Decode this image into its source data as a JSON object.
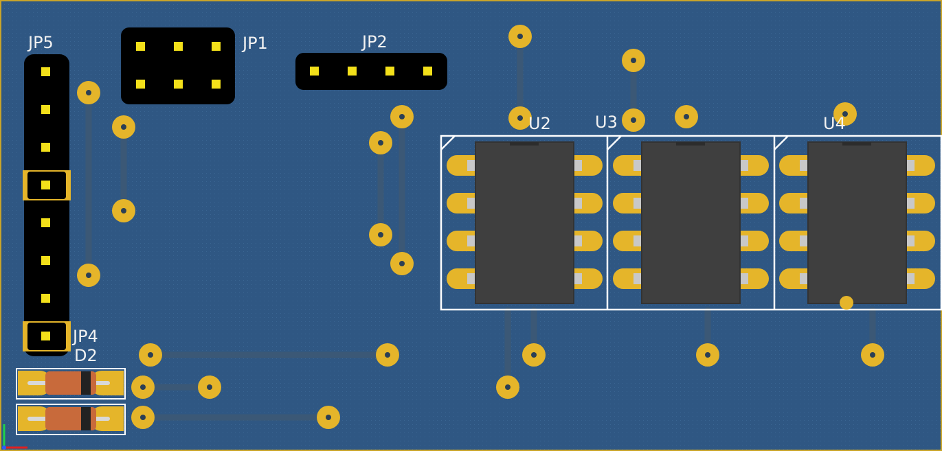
{
  "labels": {
    "jp5": "JP5",
    "jp1": "JP1",
    "jp2": "JP2",
    "jp4": "JP4",
    "d2": "D2",
    "u2": "U2",
    "u3": "U3",
    "u4": "U4"
  },
  "colors": {
    "board": "#2f5783",
    "trace": "#3b5876",
    "pad": "#e5b52a",
    "header_body": "#000000",
    "header_pin": "#f3e01a",
    "ic_body": "#3f3f3f",
    "silkscreen": "#ffffff",
    "diode_body": "#c86a3b",
    "diode_band": "#222222",
    "board_edge": "#c9a52a"
  }
}
